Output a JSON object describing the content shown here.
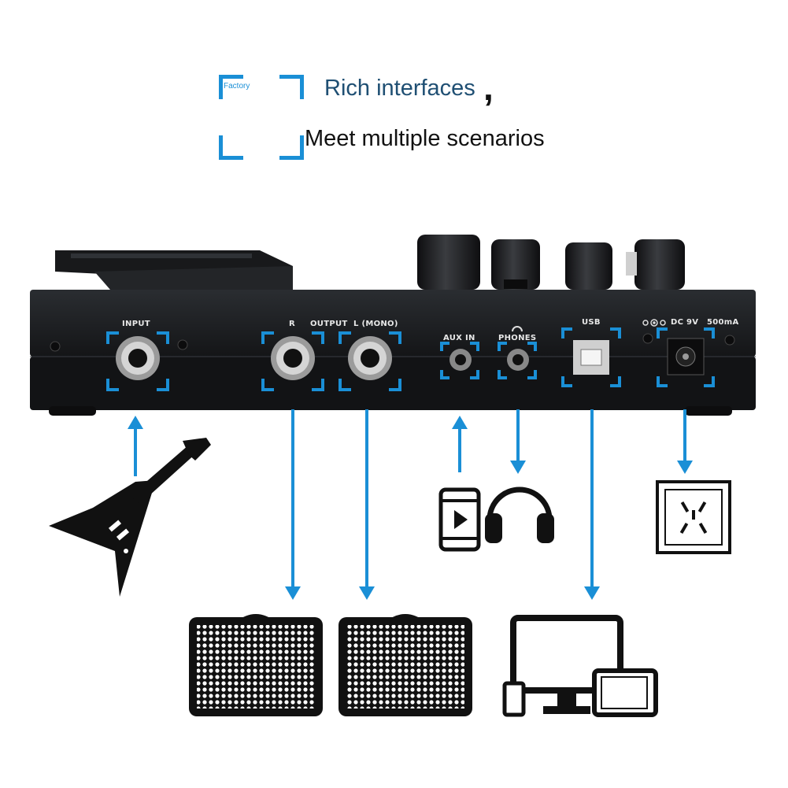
{
  "header": {
    "watermark": "Factory",
    "title": "Rich interfaces",
    "title_punct": ",",
    "subtitle": "Meet multiple scenarios"
  },
  "panel_labels": {
    "input": "INPUT",
    "r": "R",
    "output": "OUTPUT",
    "l_mono": "L (MONO)",
    "aux_in": "AUX IN",
    "phones": "PHONES",
    "usb": "USB",
    "dc": "DC 9V",
    "current": "500mA"
  },
  "colors": {
    "accent": "#1a8fd6",
    "device": "#1b1d20",
    "icon": "#111111"
  },
  "icons": [
    "guitar-icon",
    "speaker-cabinet-icon",
    "phone-icon",
    "headphones-icon",
    "computer-icon",
    "tablet-icon",
    "power-outlet-icon"
  ]
}
